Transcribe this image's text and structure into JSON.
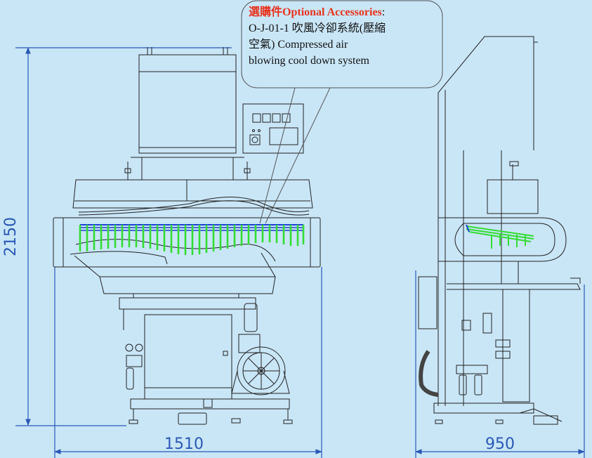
{
  "callout": {
    "title_cn": "選購件",
    "title_en": "Optional Accessories",
    "colon": ":",
    "line1": "O-J-01-1 吹風冷卻系統(壓縮",
    "line2": "空氣) Compressed air",
    "line3": "blowing cool  down system"
  },
  "dimensions": {
    "height": "2150",
    "front_width": "1510",
    "side_width": "950"
  },
  "colors": {
    "background": "#c9e6f7",
    "dimension": "#2a58b8",
    "line": "#222222",
    "fibers_blue": "#1a3fd6",
    "fibers_green": "#33dd33",
    "accent_red": "#e8321c"
  }
}
